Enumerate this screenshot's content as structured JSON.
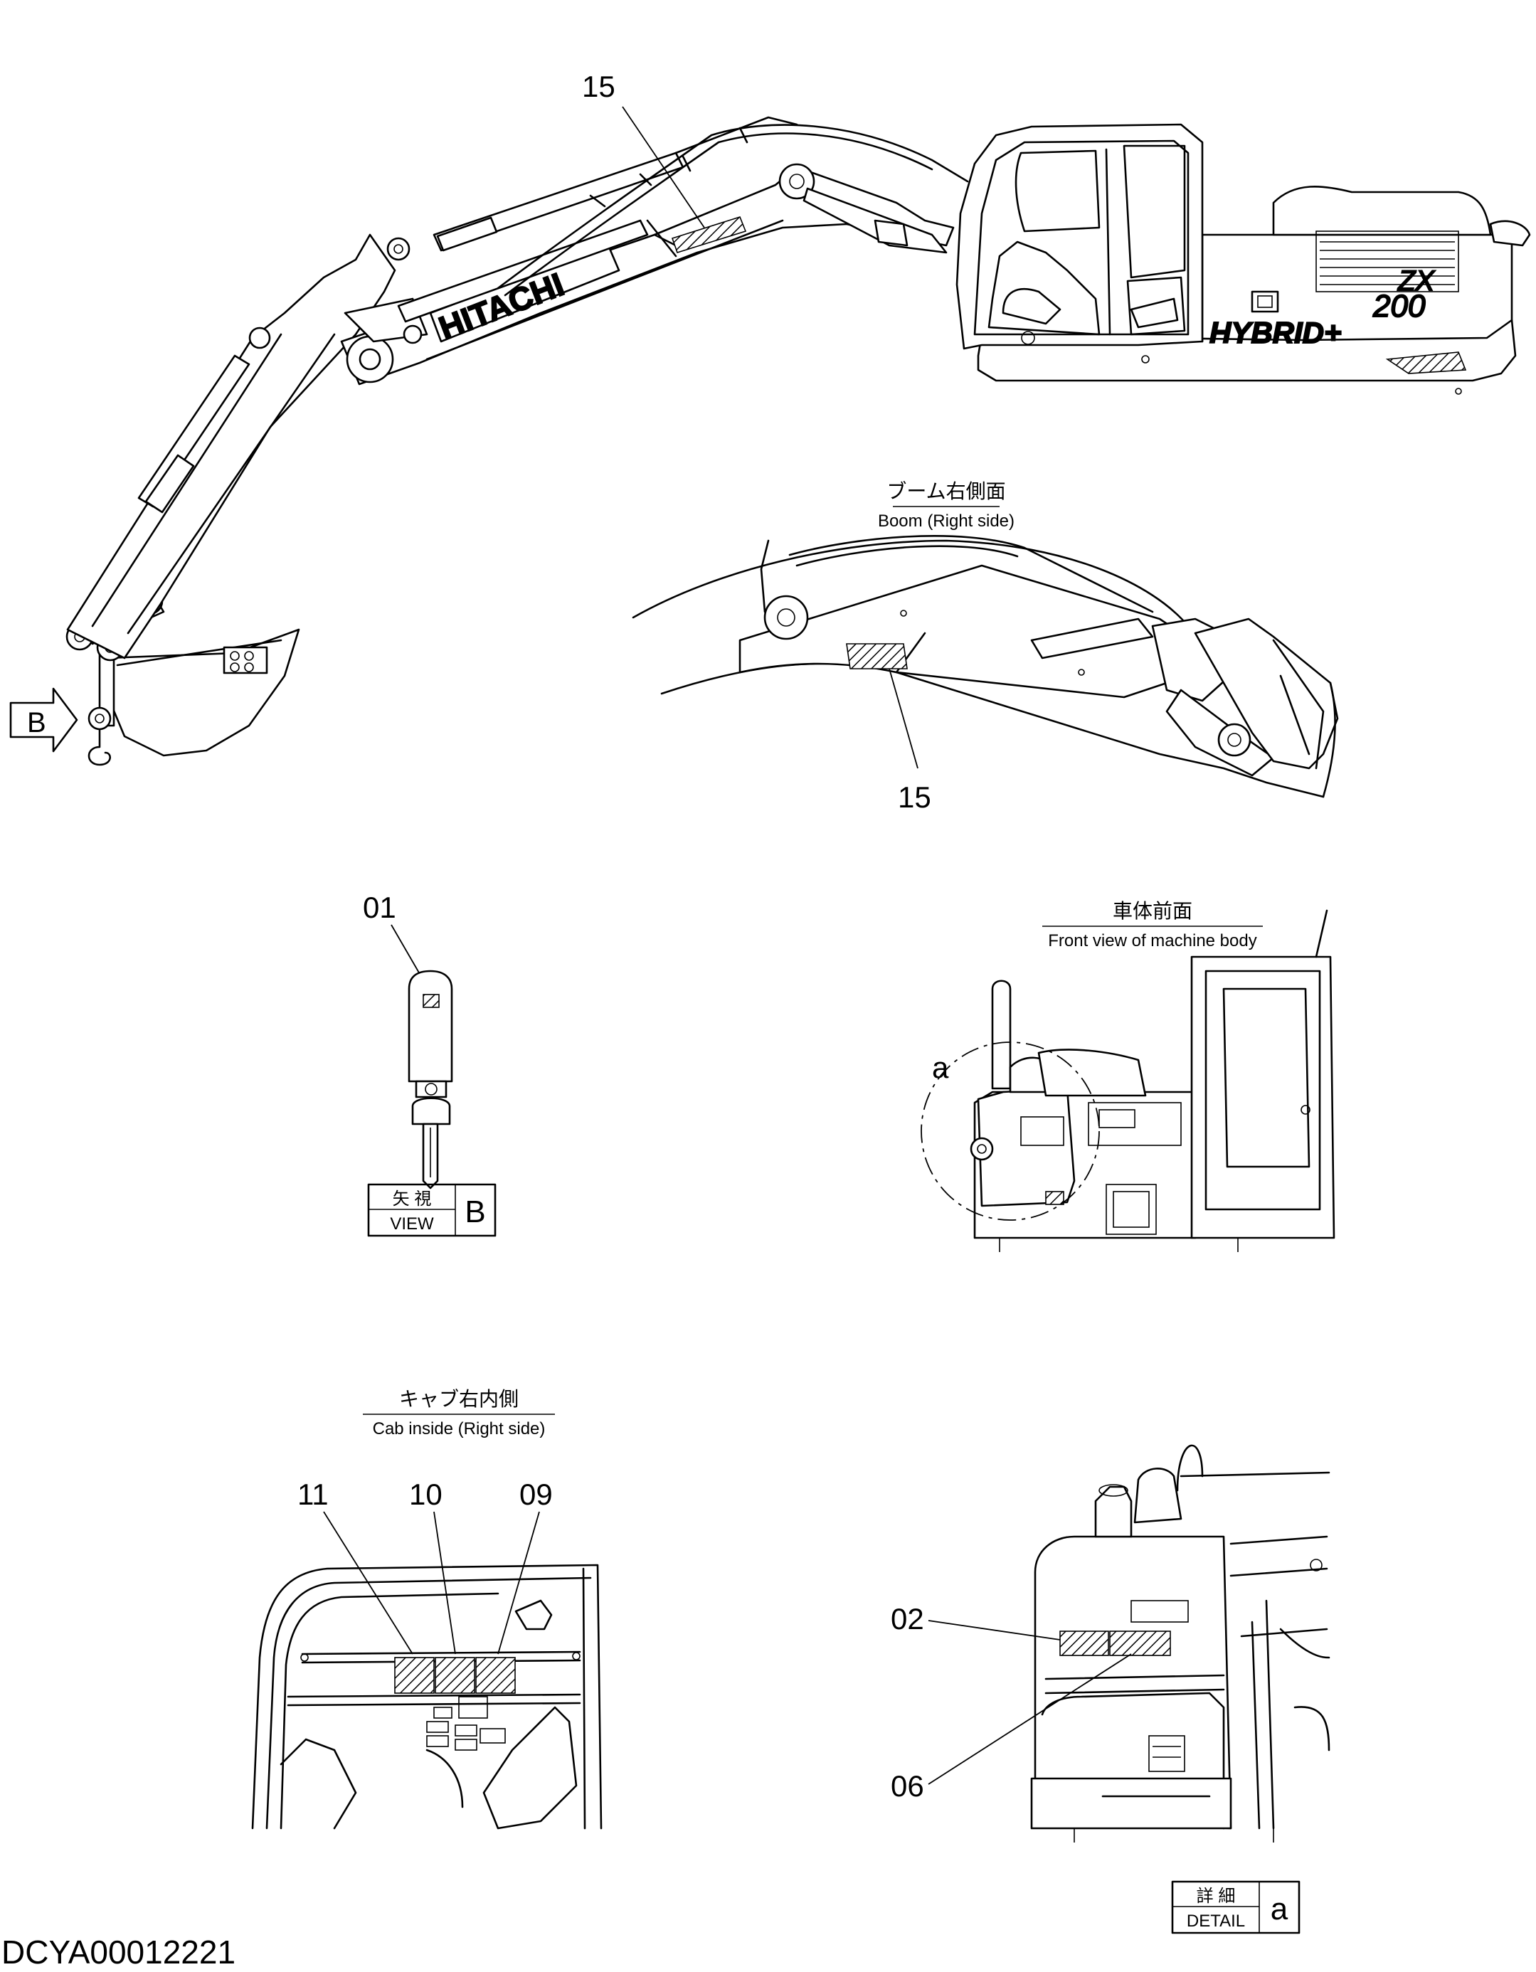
{
  "callouts": {
    "boom_left_15": "15",
    "boom_right_15": "15",
    "key_01": "01",
    "cab_11": "11",
    "cab_10": "10",
    "cab_09": "09",
    "detail_02": "02",
    "detail_06": "06",
    "front_a": "a"
  },
  "views": {
    "boom_right_jp": "ブーム右側面",
    "boom_right_en": "Boom (Right side)",
    "front_jp": "車体前面",
    "front_en": "Front view of machine body",
    "cab_jp": "キャブ右内側",
    "cab_en": "Cab inside (Right side)"
  },
  "view_b_box": {
    "jp": "矢 視",
    "en": "VIEW",
    "letter": "B"
  },
  "detail_a_box": {
    "jp": "詳 細",
    "en": "DETAIL",
    "letter": "a"
  },
  "arrow_b": "B",
  "machine": {
    "brand": "HITACHI",
    "model_zx": "ZX",
    "model_num": "200",
    "hybrid": "HYBRID+"
  },
  "drawing_number": "DCYA00012221"
}
